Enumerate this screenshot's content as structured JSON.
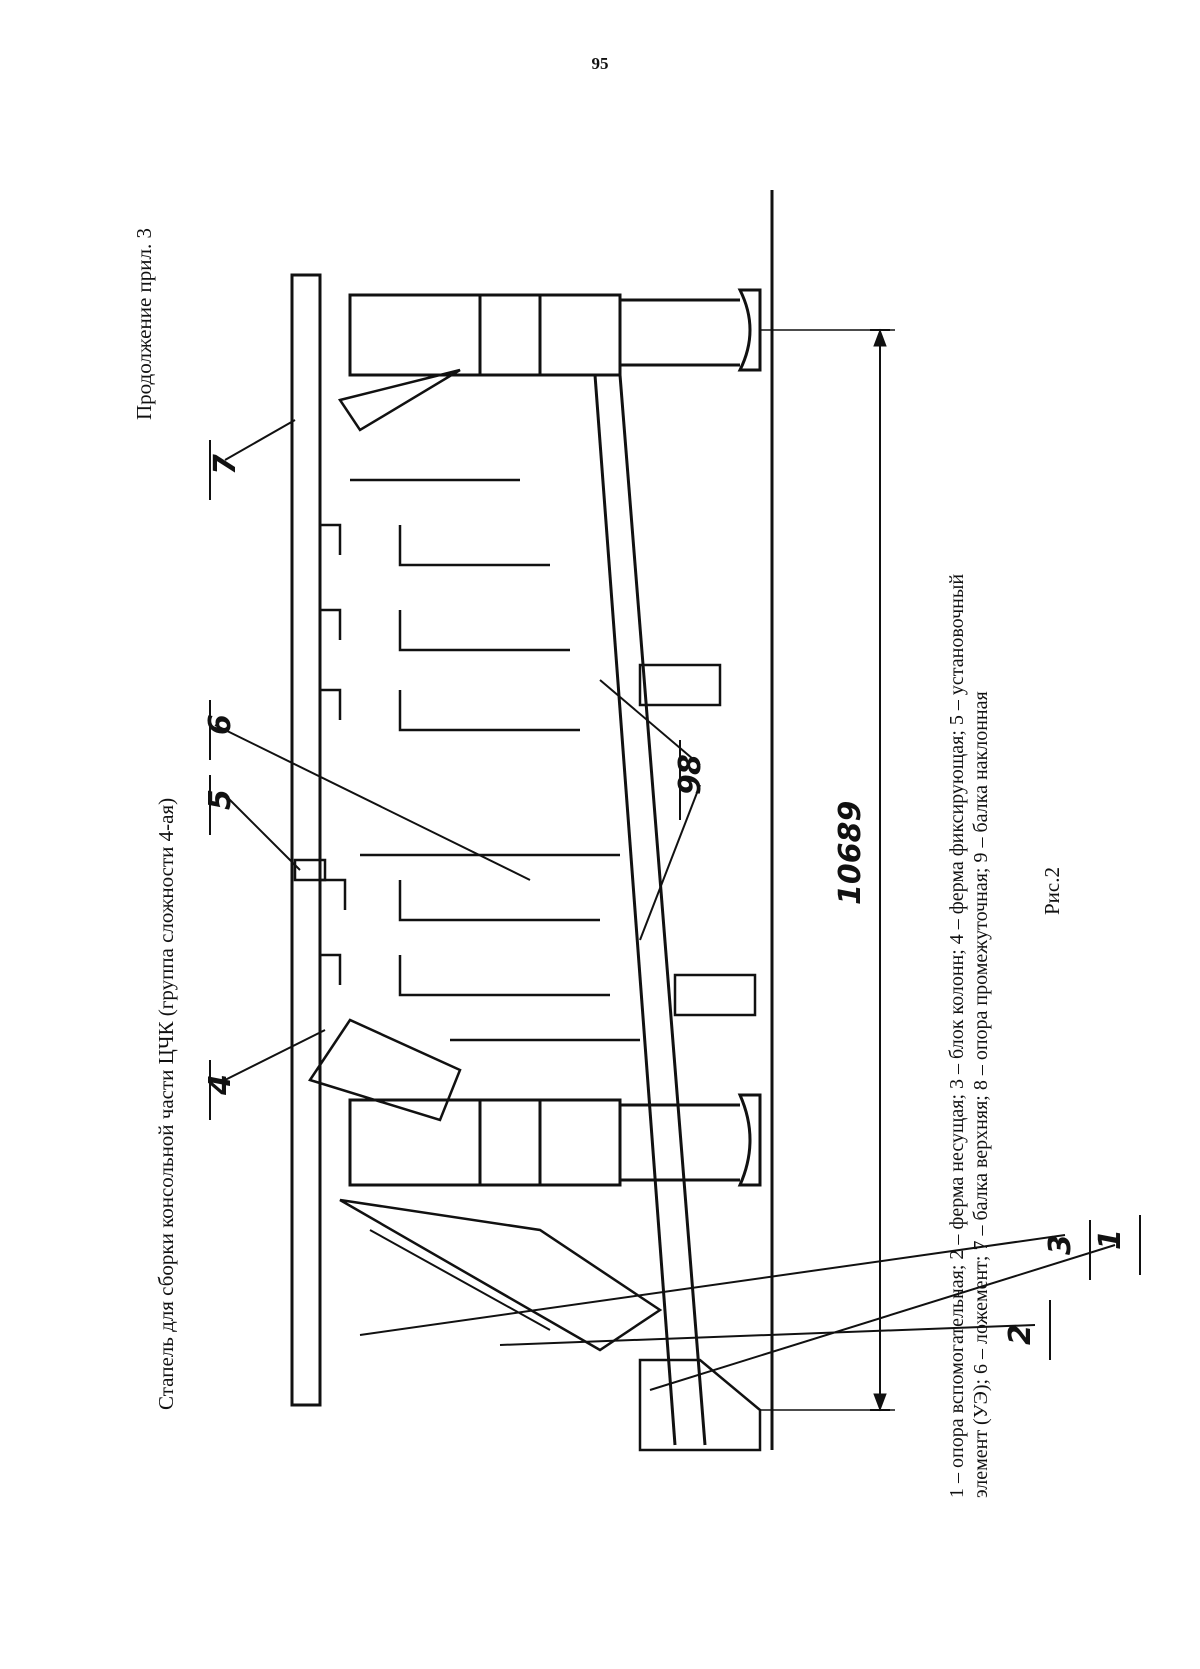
{
  "page": {
    "number": "95",
    "appendix": "Продолжение прил. 3",
    "title": "Стапель для сборки консольной части ЦЧК (группа сложности 4-ая)",
    "legend_line1": "1 – опора вспомогательная; 2 – ферма несущая; 3 – блок колонн; 4 – ферма фиксирующая; 5 – установочный",
    "legend_line2": "элемент (УЭ); 6 – ложемент; 7 – балка верхняя; 8 – опора промежуточная; 9 – балка наклонная",
    "figure_label": "Рис.2"
  },
  "drawing": {
    "dimension": "10689",
    "callouts": {
      "c1": "1",
      "c2": "2",
      "c3": "3",
      "c4": "4",
      "c5": "5",
      "c6": "6",
      "c7": "7",
      "c8": "8",
      "c9": "9"
    }
  }
}
